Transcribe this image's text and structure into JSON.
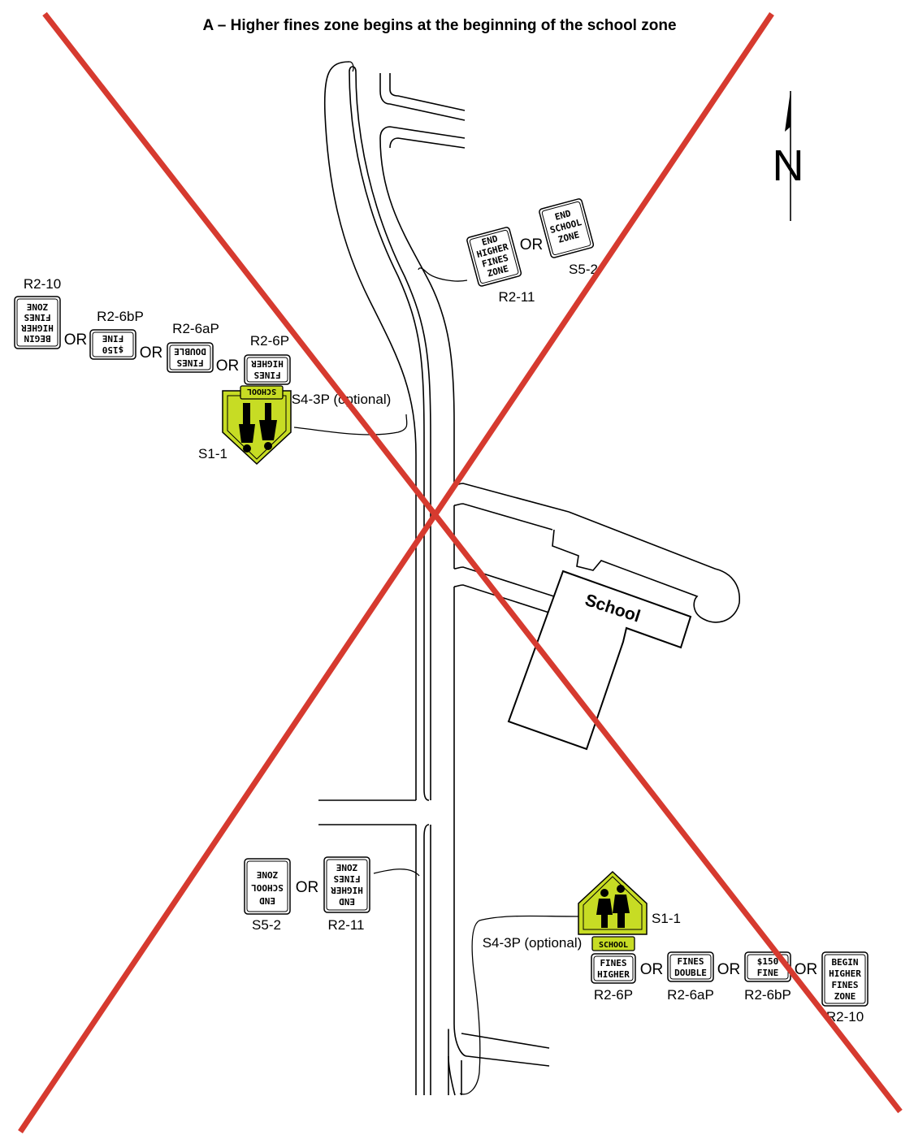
{
  "title": "A – Higher fines zone begins at the beginning of the school zone",
  "north_label": "N",
  "building_label": "School",
  "or_label": "OR",
  "cross_color": "#d63a2f",
  "sign_yellow": "#c7dc24",
  "top_end": {
    "r2_11": {
      "code": "R2-11",
      "lines": [
        "END",
        "HIGHER",
        "FINES",
        "ZONE"
      ]
    },
    "s5_2": {
      "code": "S5-2",
      "lines": [
        "END",
        "SCHOOL",
        "ZONE"
      ]
    }
  },
  "bottom_end": {
    "r2_11": {
      "code": "R2-11",
      "lines": [
        "END",
        "HIGHER",
        "FINES",
        "ZONE"
      ]
    },
    "s5_2": {
      "code": "S5-2",
      "lines": [
        "END",
        "SCHOOL",
        "ZONE"
      ]
    }
  },
  "northbound_assembly": {
    "s1_1": "S1-1",
    "s4_3p": "S4-3P (optional)",
    "school_plaque": "SCHOOL",
    "plaques": [
      {
        "code": "R2-6P",
        "lines": [
          "FINES",
          "HIGHER"
        ]
      },
      {
        "code": "R2-6aP",
        "lines": [
          "FINES",
          "DOUBLE"
        ]
      },
      {
        "code": "R2-6bP",
        "lines": [
          "$150",
          "FINE"
        ]
      },
      {
        "code": "R2-10",
        "lines": [
          "BEGIN",
          "HIGHER",
          "FINES",
          "ZONE"
        ]
      }
    ]
  },
  "southbound_assembly": {
    "s1_1": "S1-1",
    "s4_3p": "S4-3P (optional)",
    "school_plaque": "SCHOOL",
    "plaques": [
      {
        "code": "R2-6P",
        "lines": [
          "FINES",
          "HIGHER"
        ]
      },
      {
        "code": "R2-6aP",
        "lines": [
          "FINES",
          "DOUBLE"
        ]
      },
      {
        "code": "R2-6bP",
        "lines": [
          "$150",
          "FINE"
        ]
      },
      {
        "code": "R2-10",
        "lines": [
          "BEGIN",
          "HIGHER",
          "FINES",
          "ZONE"
        ]
      }
    ]
  }
}
